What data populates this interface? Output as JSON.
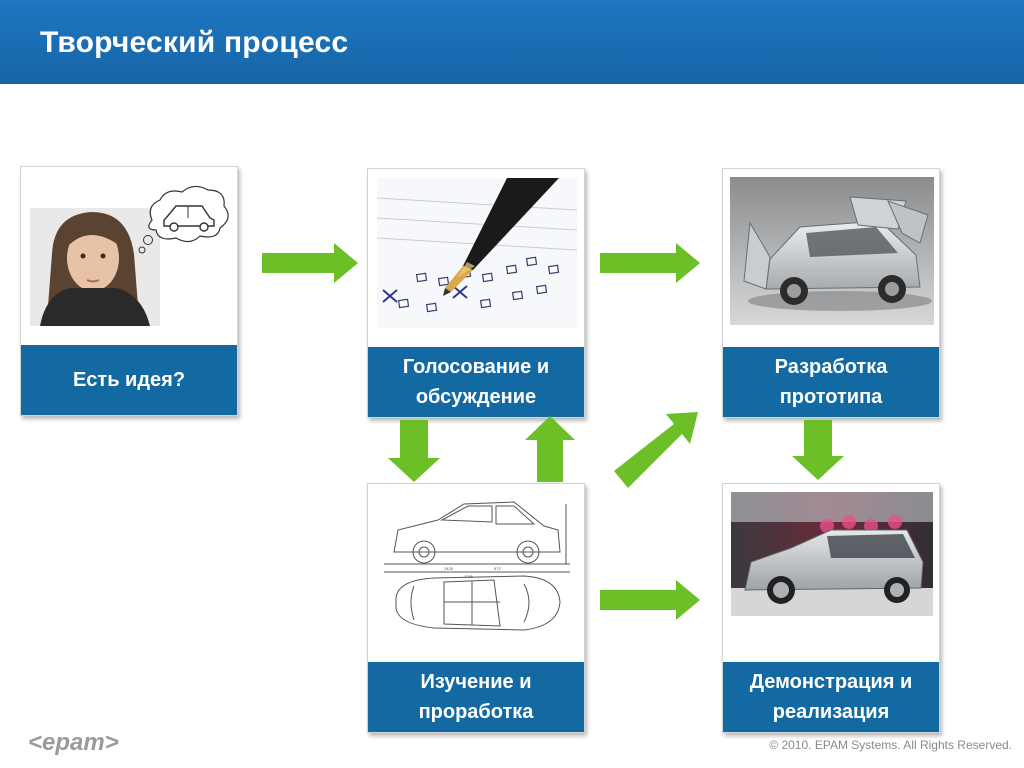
{
  "header": {
    "title": "Творческий процесс"
  },
  "steps": {
    "idea": {
      "label": "Есть идея?"
    },
    "vote": {
      "label": "Голосование и обсуждение"
    },
    "proto": {
      "label": "Разработка прототипа"
    },
    "study": {
      "label": "Изучение и проработка"
    },
    "demo": {
      "label": "Демонстрация и реализация"
    }
  },
  "footer": {
    "logo": "<epam>",
    "copyright": "© 2010. EPAM Systems. All Rights Reserved."
  },
  "colors": {
    "header": "#1a6db3",
    "label_bg": "#136aa3",
    "arrow": "#6cbf26"
  }
}
